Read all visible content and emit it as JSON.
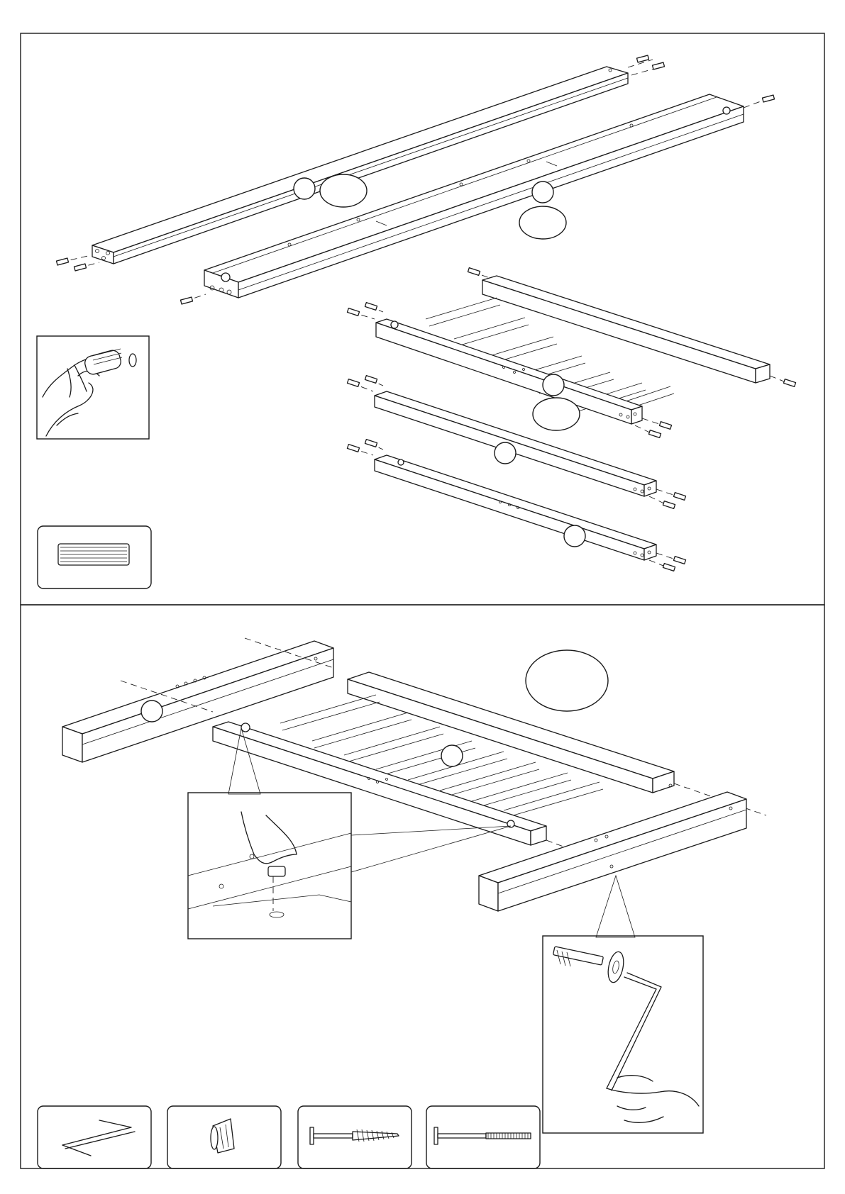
{
  "page": {
    "panels": [
      {
        "id": "step-1",
        "label": ""
      },
      {
        "id": "step-2",
        "label": ""
      }
    ]
  },
  "callouts": {
    "step1_rail_count": "",
    "step1_side_rail_count": "",
    "step2_count": ""
  },
  "parts": [
    {
      "name": "wooden-dowel",
      "icon": "dowel-icon",
      "label": ""
    },
    {
      "name": "allen-key",
      "icon": "allen-key-icon",
      "label": ""
    },
    {
      "name": "cam-nut",
      "icon": "cam-nut-icon",
      "label": ""
    },
    {
      "name": "wood-bolt",
      "icon": "wood-bolt-icon",
      "label": ""
    },
    {
      "name": "machine-bolt",
      "icon": "machine-bolt-icon",
      "label": ""
    }
  ],
  "colors": {
    "ink": "#1a1a1a",
    "paper": "#ffffff"
  }
}
